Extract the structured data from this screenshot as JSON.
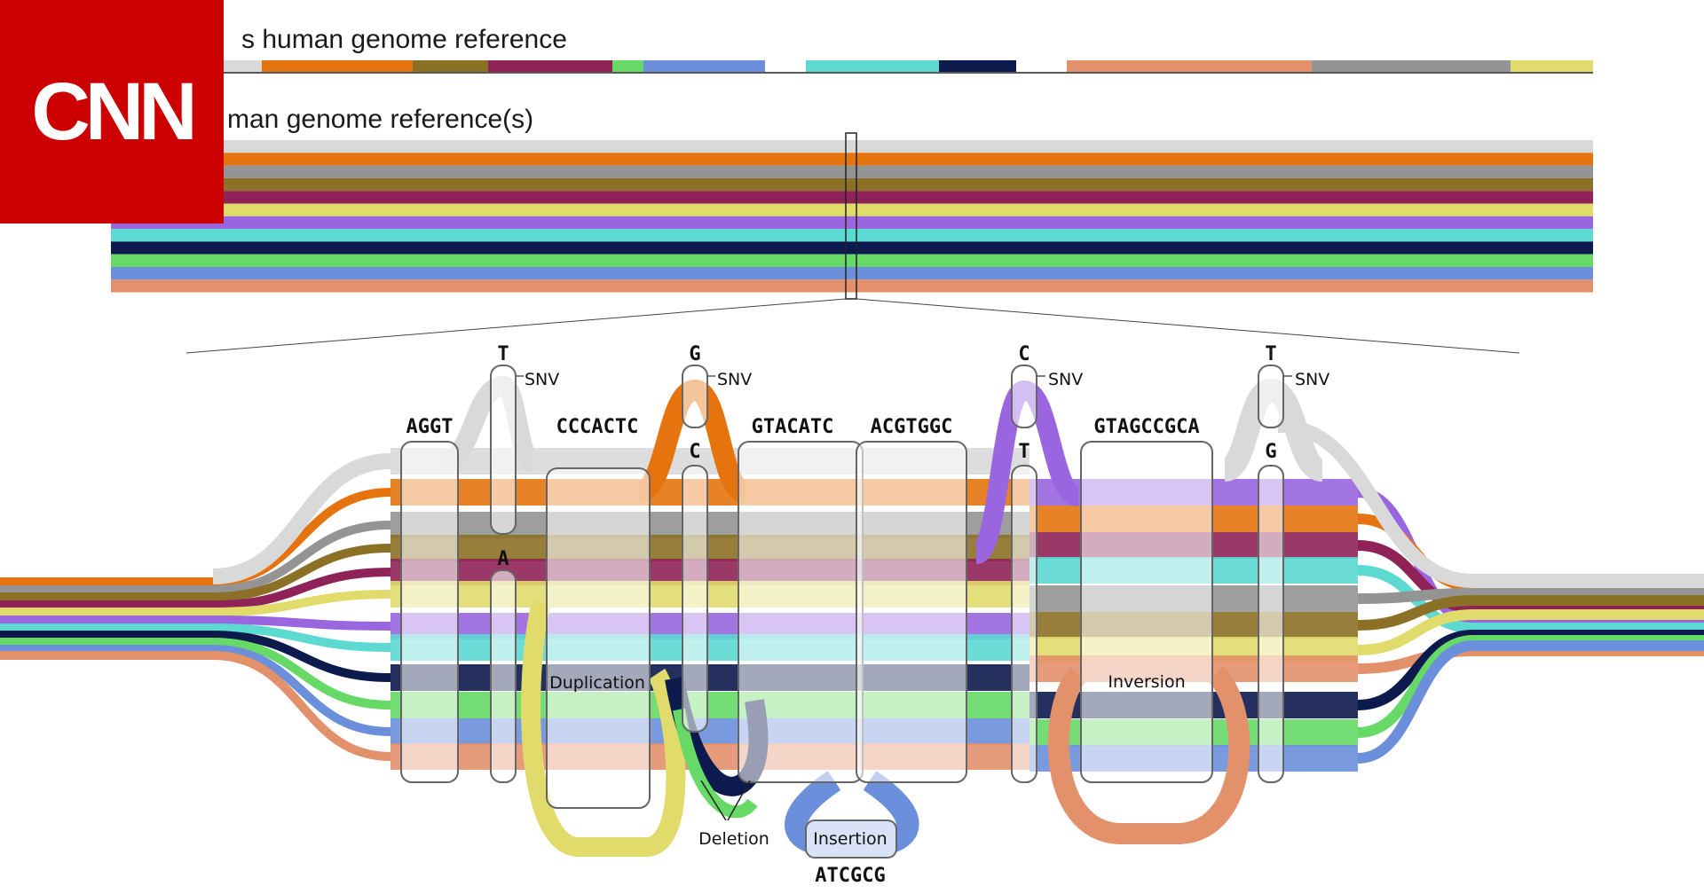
{
  "brand": {
    "logo_text": "CNN",
    "logo_bg": "#cc0000"
  },
  "header": {
    "linear_title": "s human genome reference",
    "pangenome_title": "man genome reference(s)"
  },
  "colors": {
    "grey_light": "#d9d9d9",
    "orange": "#e5740f",
    "olive": "#8c7026",
    "maroon": "#8f2358",
    "green": "#66d966",
    "blue": "#6b8fdb",
    "teal": "#5cd9d1",
    "navy": "#0d1a4d",
    "salmon": "#e3916b",
    "grey_dark": "#949494",
    "yellow": "#e0db6b",
    "purple": "#9966e0"
  },
  "linear_segments": [
    "grey_light",
    "orange",
    "olive",
    "maroon",
    "green",
    "blue",
    "teal",
    "navy",
    "salmon",
    "grey_dark",
    "yellow"
  ],
  "pangenome_bands": [
    "grey_light",
    "orange",
    "grey_dark",
    "olive",
    "maroon",
    "yellow",
    "purple",
    "teal",
    "navy",
    "green",
    "blue",
    "salmon"
  ],
  "graph": {
    "nodes": [
      {
        "seq": "AGGT"
      },
      {
        "seq": "CCCACTC"
      },
      {
        "seq": "GTACATC"
      },
      {
        "seq": "ACGTGGC"
      },
      {
        "seq": "GTAGCCGCA"
      }
    ],
    "snvs": [
      {
        "top": "T",
        "bottom": "A",
        "label": "SNV"
      },
      {
        "top": "G",
        "bottom": "C",
        "label": "SNV"
      },
      {
        "top": "C",
        "bottom": "T",
        "label": "SNV"
      },
      {
        "top": "T",
        "bottom": "G",
        "label": "SNV"
      }
    ],
    "labels": {
      "duplication": "Duplication",
      "deletion": "Deletion",
      "insertion": "Insertion",
      "insertion_seq": "ATCGCG",
      "inversion": "Inversion"
    }
  }
}
